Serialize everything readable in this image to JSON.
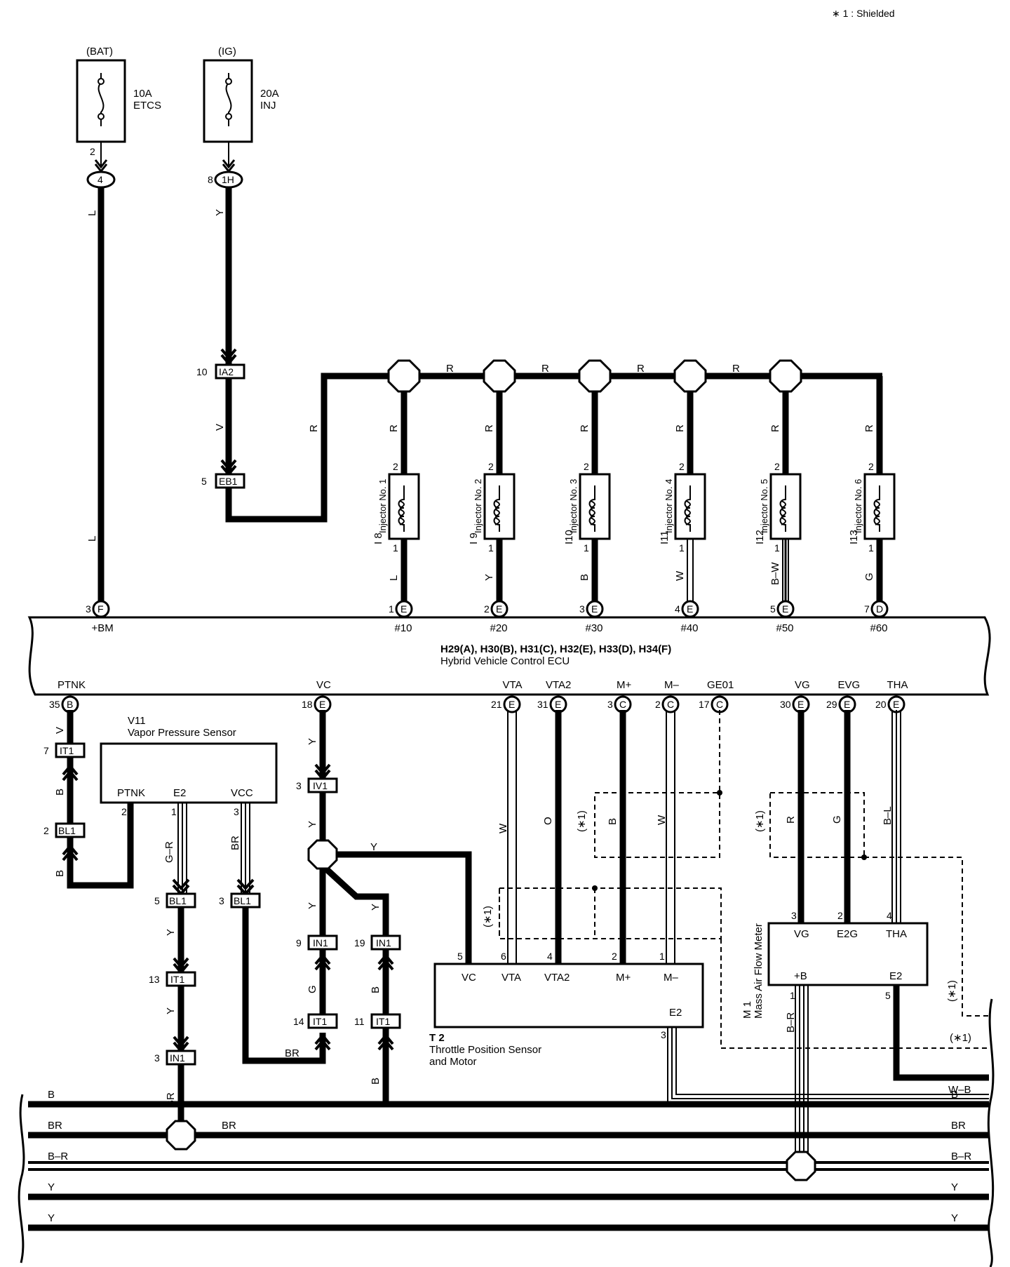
{
  "note": "∗ 1 : Shielded",
  "fuses": [
    {
      "id": "bat",
      "source": "(BAT)",
      "rating": "10A",
      "name": "ETCS",
      "pin": "2",
      "junction": "4"
    },
    {
      "id": "ig",
      "source": "(IG)",
      "rating": "20A",
      "name": "INJ",
      "pin": "8",
      "junction": "1H"
    }
  ],
  "ecu": {
    "title": "H29(A), H30(B), H31(C), H32(E), H33(D), H34(F)",
    "subtitle": "Hybrid Vehicle Control ECU",
    "top_terminals": [
      {
        "num": "3",
        "conn": "F",
        "label": "+BM"
      },
      {
        "num": "1",
        "conn": "E",
        "label": "#10"
      },
      {
        "num": "2",
        "conn": "E",
        "label": "#20"
      },
      {
        "num": "3",
        "conn": "E",
        "label": "#30"
      },
      {
        "num": "4",
        "conn": "E",
        "label": "#40"
      },
      {
        "num": "5",
        "conn": "E",
        "label": "#50"
      },
      {
        "num": "7",
        "conn": "D",
        "label": "#60"
      }
    ],
    "bottom_terminals": [
      {
        "num": "35",
        "conn": "B",
        "label": "PTNK"
      },
      {
        "num": "18",
        "conn": "E",
        "label": "VC"
      },
      {
        "num": "21",
        "conn": "E",
        "label": "VTA"
      },
      {
        "num": "31",
        "conn": "E",
        "label": "VTA2"
      },
      {
        "num": "3",
        "conn": "C",
        "label": "M+"
      },
      {
        "num": "2",
        "conn": "C",
        "label": "M–"
      },
      {
        "num": "17",
        "conn": "C",
        "label": "GE01"
      },
      {
        "num": "30",
        "conn": "E",
        "label": "VG"
      },
      {
        "num": "29",
        "conn": "E",
        "label": "EVG"
      },
      {
        "num": "20",
        "conn": "E",
        "label": "THA"
      }
    ]
  },
  "injectors": [
    {
      "code": "I 8",
      "name": "Injector No. 1",
      "pin_top": "2",
      "pin_bot": "1",
      "wire_top": "R",
      "wire_bot": "L"
    },
    {
      "code": "I 9",
      "name": "Injector No. 2",
      "pin_top": "2",
      "pin_bot": "1",
      "wire_top": "R",
      "wire_bot": "Y"
    },
    {
      "code": "I10",
      "name": "Injector No. 3",
      "pin_top": "2",
      "pin_bot": "1",
      "wire_top": "R",
      "wire_bot": "B"
    },
    {
      "code": "I11",
      "name": "Injector No. 4",
      "pin_top": "2",
      "pin_bot": "1",
      "wire_top": "R",
      "wire_bot": "W"
    },
    {
      "code": "I12",
      "name": "Injector No. 5",
      "pin_top": "2",
      "pin_bot": "1",
      "wire_top": "R",
      "wire_bot": "B–W"
    },
    {
      "code": "I13",
      "name": "Injector No. 6",
      "pin_top": "2",
      "pin_bot": "1",
      "wire_top": "R",
      "wire_bot": "G"
    }
  ],
  "connectors": {
    "ia2": {
      "num": "10",
      "name": "IA2"
    },
    "eb1": {
      "num": "5",
      "name": "EB1"
    },
    "it1_a": {
      "num": "7",
      "name": "IT1"
    },
    "bl1_a": {
      "num": "2",
      "name": "BL1"
    },
    "bl1_b": {
      "num": "5",
      "name": "BL1"
    },
    "bl1_c": {
      "num": "3",
      "name": "BL1"
    },
    "it1_b": {
      "num": "13",
      "name": "IT1"
    },
    "in1_a": {
      "num": "3",
      "name": "IN1"
    },
    "iv1": {
      "num": "3",
      "name": "IV1"
    },
    "in1_b": {
      "num": "9",
      "name": "IN1"
    },
    "in1_c": {
      "num": "19",
      "name": "IN1"
    },
    "it1_c": {
      "num": "14",
      "name": "IT1"
    },
    "it1_d": {
      "num": "11",
      "name": "IT1"
    }
  },
  "wire_colors": {
    "bat": [
      "L",
      "L"
    ],
    "ig": [
      "Y",
      "V",
      "R"
    ],
    "r_bus": [
      "R",
      "R",
      "R",
      "R"
    ],
    "ptnk": [
      "V",
      "B",
      "B"
    ],
    "e2": "G–R",
    "vcc": "BR",
    "e2_down": [
      "Y",
      "Y",
      "BR"
    ],
    "vc": [
      "Y",
      "Y",
      "Y",
      "Y",
      "Y",
      "G",
      "B",
      "BR",
      "B"
    ],
    "tps": [
      "W",
      "O",
      "B",
      "W"
    ],
    "maf": [
      "R",
      "G",
      "B–L",
      "B–R"
    ],
    "shield_marks": [
      "(∗1)",
      "(∗1)",
      "(∗1)",
      "(∗1)",
      "(∗1)"
    ]
  },
  "vapor_sensor": {
    "code": "V11",
    "name": "Vapor Pressure Sensor",
    "terminals": [
      {
        "label": "PTNK",
        "pin": "2"
      },
      {
        "label": "E2",
        "pin": "1"
      },
      {
        "label": "VCC",
        "pin": "3"
      }
    ]
  },
  "throttle": {
    "code": "T 2",
    "name_line1": "Throttle Position Sensor",
    "name_line2": "and Motor",
    "terminals": [
      {
        "label": "VC",
        "pin": "5"
      },
      {
        "label": "VTA",
        "pin": "6"
      },
      {
        "label": "VTA2",
        "pin": "4"
      },
      {
        "label": "M+",
        "pin": "2"
      },
      {
        "label": "M–",
        "pin": "1"
      }
    ],
    "e2": {
      "label": "E2",
      "pin": "3"
    }
  },
  "maf": {
    "code": "M 1",
    "name": "Mass Air Flow Meter",
    "terminals_top": [
      {
        "label": "VG",
        "pin": "3"
      },
      {
        "label": "E2G",
        "pin": "2"
      },
      {
        "label": "THA",
        "pin": "4"
      }
    ],
    "terminals_bottom": [
      {
        "label": "+B",
        "pin": "1"
      },
      {
        "label": "E2",
        "pin": "5"
      }
    ]
  },
  "ground_buses": [
    {
      "left": "B",
      "right": "B",
      "mid": ""
    },
    {
      "left": "",
      "right": "W–B",
      "mid": ""
    },
    {
      "left": "BR",
      "right": "BR",
      "mid": "BR"
    },
    {
      "left": "B–R",
      "right": "B–R",
      "mid": ""
    },
    {
      "left": "Y",
      "right": "Y",
      "mid": ""
    },
    {
      "left": "Y",
      "right": "Y",
      "mid": ""
    }
  ]
}
